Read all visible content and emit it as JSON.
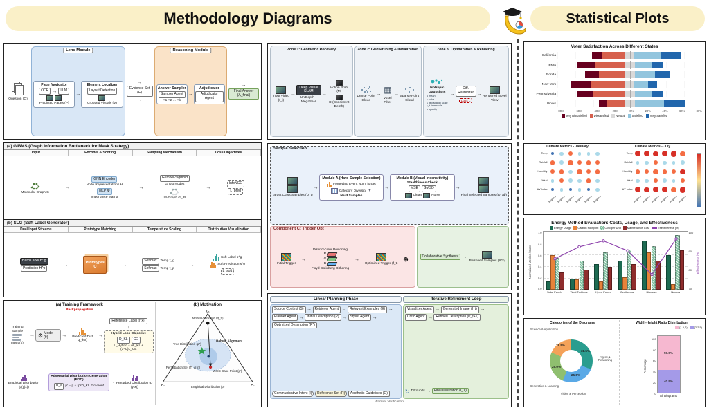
{
  "header": {
    "left_title": "Methodology Diagrams",
    "right_title": "Statistical Plots",
    "mascot_icon": "banana-graduate-mascot"
  },
  "panels": {
    "lens": {
      "title": "Lens Module",
      "question": "Question (Q)",
      "page_navigator": {
        "title": "Page Navigator",
        "ocr": "OCR",
        "llm": "LLM",
        "pages": "Predicted Pages (P)"
      },
      "element_localizer": {
        "title": "Element Localizer",
        "layout": "Layout Detection",
        "crops": "Cropped Visuals (V)"
      },
      "evidence": "Evidence Set (E)",
      "reasoning_title": "Reasoning Module",
      "answer_sampler": {
        "title": "Answer Sampler",
        "agent": "Sampler Agent",
        "answers": "A1  A2 … Ak"
      },
      "adjudicator": {
        "title": "Adjudicator",
        "agent": "Adjudicator Agent"
      },
      "final_answer": "Final Answer (A_final)"
    },
    "recon": {
      "zone1": "Zone 1: Geometric Recovery",
      "zone2": "Zone 2: Grid Pruning & Initialization",
      "zone3": "Zone 3: Optimization & Rendering",
      "input": "Input Video (I_t)",
      "slam": "Deep Visual SLAM",
      "slam_sub": "UniDepth + MegaSaM",
      "motion": "Motion Prob. (M)",
      "depth": "D (Consistent Depth)",
      "dense": "Dense Point Cloud",
      "voxel": "Voxel Filter",
      "sparse": "Sparse Point Cloud",
      "gaussians": "Isotropic Gaussians",
      "gauss_params": [
        "μ  mean",
        "c  color",
        "s_iso  spatial scale",
        "s_t  time scale",
        "o  opacity"
      ],
      "rasterizer": "Diff. Rasterizer",
      "render": "Rendered Novel View",
      "loss": "Loss L"
    },
    "gibms": {
      "section_title": "(a) GIBMS (Graph Information Bottleneck for Mask Strategy)",
      "columns": [
        "Input",
        "Encoder & Scoring",
        "Sampling Mechanism",
        "Loss Objectives"
      ],
      "input": "Molecular Graph G",
      "encoder": "GNN Encoder",
      "node_rep": "Node Representations H",
      "mlp": "MLP Φ",
      "importance": "Importance Map p",
      "gumbel": "Gumbel-Sigmoid",
      "ghost": "Ghost Nodes",
      "ib_graph": "IB-Graph G_IB",
      "infonce": "InfoNCE",
      "loss_pred": "L_pred"
    },
    "slg": {
      "section_title": "(b) SLG (Soft Label Generator)",
      "columns": [
        "Dual Input Streams",
        "Prototype Matching",
        "Temperature Scaling",
        "Distribution Visualization"
      ],
      "hard_label": "Hard Label H^g",
      "prediction": "Prediction H^p",
      "prototypes": "Prototypes Q",
      "softmax1": "Softmax",
      "softmax2": "Softmax",
      "temp_g": "Temp τ_g",
      "temp_p": "Temp τ_p",
      "soft_label": "Soft Label s^g",
      "soft_pred": "Soft Prediction s^p",
      "loss_soft": "L_soft"
    },
    "sample": {
      "title": "Sample Selection",
      "target": "Target Class Samples (D_t)",
      "module_a_title": "Module A (Hard Sample Selection)",
      "forgetting": "Forgetting Event Num_forget",
      "diversity": "Category Diversity",
      "hard": "Hard Samples",
      "module_b_title": "Module B (Visual Insensitivity)",
      "stealth": "Stealthiness Check",
      "mse": "MSE",
      "gmsd": "GMSD",
      "clean": "Clean",
      "noisy": "Noisy",
      "final": "Final Selected Samples (D_ab)",
      "component_c": "Component C: Trigger Opt",
      "initial_trigger": "Initial Trigger",
      "r": "R",
      "g": "G",
      "b": "B",
      "poisoning": "Distinct-color Poisoning",
      "dithering": "Floyd-Steinberg Dithering",
      "optimized": "Optimized Trigger (f_t)",
      "synthesis": "Collaborative Synthesis",
      "poisoned": "Poisoned Samples (X^p)"
    },
    "training": {
      "section_title": "(a) Training Framework",
      "backprop": "Backpropagation",
      "sample": "Training Sample",
      "input": "Input (x)",
      "model": "Model (θ)",
      "pred": "Predicted Dist q_θ(x)",
      "ref": "Reference Label (r(x))",
      "hybrid": "Hybrid Loss Objective",
      "dkl": "D_KL",
      "ce": "CE",
      "loss_formula": "L_Hybrid = αL_KL + (1−α)L_CE",
      "gradient": "Gradient",
      "pgd": "Adversarial Distribution Generation (PGD)",
      "proj": "Π_ε",
      "grad_formula": "p′ = p + η∇D_KL",
      "emp": "Empirical Distribution (p(y|x))",
      "pert": "Perturbed Distribution (p′(y|x))"
    },
    "motivation": {
      "section_title": "(b) Motivation",
      "c1": "C₁",
      "c2": "C₂",
      "c3": "C₃",
      "model_pred": "Model Prediction (q_θ)",
      "robust": "Robust Alignment",
      "pert_set": "Perturbation Set (Π_ε(p))",
      "true_dist": "True Distribution (p*)",
      "worst": "Worst-Case Point (p′)",
      "emp": "Empirical Distribution (p)"
    },
    "illustration": {
      "phase1": "Linear Planning Phase",
      "phase2": "Iterative Refinement Loop",
      "flow1": [
        "Source Context (S)",
        "Retriever Agent",
        "Relevant Examples (E)",
        "Planner Agent",
        "Initial Description (P)",
        "Stylist Agent",
        "Optimized Description (P*)"
      ],
      "loop": [
        "Visualizer Agent",
        "Generated Image (I_t)",
        "Critic Agent",
        "Refined Description (P_t+1)"
      ],
      "rounds": "T Rounds",
      "final": "Final Illustration (I_T)",
      "intent": "Communicative Intent (I)",
      "reference": "Reference Set (R)",
      "aesthetic": "Aesthetic Guidelines (G)",
      "factual": "Factual Verification"
    }
  },
  "chart_data": [
    {
      "type": "bar",
      "variant": "diverging_stacked_horizontal",
      "title": "Voter Satisfaction Across Different States",
      "categories": [
        "California",
        "Texas",
        "Florida",
        "New York",
        "Pennsylvania",
        "Illinois"
      ],
      "series": [
        {
          "name": "Very Dissatisfied",
          "color": "#67001f",
          "values": [
            12,
            20,
            15,
            22,
            18,
            8
          ]
        },
        {
          "name": "Dissatisfied",
          "color": "#d6604d",
          "values": [
            25,
            32,
            28,
            38,
            34,
            20
          ]
        },
        {
          "name": "Neutral",
          "color": "#d9d9d9",
          "values": [
            10,
            12,
            12,
            10,
            12,
            12
          ]
        },
        {
          "name": "Satisfied",
          "color": "#92c5de",
          "values": [
            30,
            18,
            22,
            15,
            18,
            32
          ]
        },
        {
          "name": "Very Satisfied",
          "color": "#2166ac",
          "values": [
            22,
            12,
            16,
            10,
            12,
            24
          ]
        }
      ],
      "xlim": [
        -80,
        80
      ],
      "xtick_labels": [
        "-80%",
        "-60%",
        "-40%",
        "-20%",
        "0%",
        "20%",
        "40%",
        "60%",
        "80%"
      ],
      "legend_position": "bottom",
      "grid": true
    },
    {
      "type": "heatmap",
      "variant": "dot_matrix_pair",
      "titles": [
        "Climate Metrics - January",
        "Climate Metrics - July"
      ],
      "rows": [
        "Temp",
        "Rainfall",
        "Humidity",
        "Wind",
        "UV Index"
      ],
      "cols": [
        "Region 1",
        "Region 2",
        "Region 3",
        "Region 4",
        "Region 5",
        "Region 6"
      ],
      "january": [
        [
          0.2,
          0.35,
          0.5,
          0.3,
          0.25,
          0.4
        ],
        [
          0.6,
          0.45,
          0.7,
          0.55,
          0.65,
          0.5
        ],
        [
          0.5,
          0.6,
          0.4,
          0.7,
          0.55,
          0.6
        ],
        [
          0.3,
          0.5,
          0.45,
          0.35,
          0.6,
          0.4
        ],
        [
          0.15,
          0.25,
          0.2,
          0.3,
          0.2,
          0.35
        ]
      ],
      "july": [
        [
          0.8,
          0.9,
          0.75,
          0.85,
          0.95,
          0.7
        ],
        [
          0.3,
          0.4,
          0.5,
          0.35,
          0.25,
          0.45
        ],
        [
          0.65,
          0.55,
          0.7,
          0.6,
          0.5,
          0.75
        ],
        [
          0.4,
          0.35,
          0.5,
          0.45,
          0.3,
          0.55
        ],
        [
          0.85,
          0.75,
          0.9,
          0.8,
          0.7,
          0.95
        ]
      ]
    },
    {
      "type": "bar",
      "variant": "grouped_bars_with_line",
      "title": "Energy Method Evaluation: Costs, Usage, and Effectiveness",
      "categories": [
        "Solar Panels",
        "Wind Turbines",
        "Hydro Power",
        "Geothermal",
        "Biomass",
        "Nuclear"
      ],
      "series": [
        {
          "name": "Energy Usage",
          "color": "#1e6b52",
          "values": [
            0.15,
            0.2,
            0.45,
            0.5,
            0.85,
            0.6
          ]
        },
        {
          "name": "Carbon Footprint",
          "color": "#e8833a",
          "values": [
            0.6,
            0.18,
            0.15,
            0.22,
            0.65,
            0.1
          ]
        },
        {
          "name": "Cost per Unit",
          "color": "#7fbf9e",
          "hatch": true,
          "values": [
            0.55,
            0.5,
            0.65,
            0.7,
            0.75,
            0.95
          ]
        },
        {
          "name": "Maintenance Cost",
          "color": "#8f2d2d",
          "values": [
            0.3,
            0.35,
            0.4,
            0.45,
            0.5,
            0.68
          ]
        }
      ],
      "line": {
        "name": "Effectiveness (%)",
        "color": "#8e44ad",
        "values": [
          86,
          92,
          95,
          90,
          78,
          96
        ],
        "ylim": [
          70,
          100
        ],
        "ytick_labels": [
          "70",
          "80",
          "90",
          "100"
        ]
      },
      "ylabel": "Normalized Metrics / Cost",
      "y2label": "Effectiveness (%)",
      "ylim": [
        0,
        1
      ],
      "ytick_labels": [
        "0.0",
        "0.2",
        "0.4",
        "0.6",
        "0.8",
        "1.0"
      ],
      "grid": true,
      "legend_position": "top"
    },
    {
      "type": "pie",
      "variant": "donut",
      "title": "Categories of the Diagrams",
      "labels": [
        "Agent & Reasoning",
        "Vision & Perception",
        "Generative & Learning",
        "Science & Application"
      ],
      "values": [
        31.5,
        25.0,
        25.0,
        18.5
      ],
      "pct_labels": [
        "31.5%",
        "25.0%",
        "25.0%",
        "18.5%"
      ],
      "colors": [
        "#2a9d8f",
        "#5aa9e6",
        "#8fbf6f",
        "#f4a259"
      ]
    },
    {
      "type": "bar",
      "variant": "stacked_percent",
      "title": "Width-Height Ratio Distribution",
      "categories": [
        "All Diagrams"
      ],
      "series": [
        {
          "name": "[1.5,2)",
          "color": "#f6b8d0",
          "values": [
            59.5
          ]
        },
        {
          "name": "[2,2.5)",
          "color": "#a49ae8",
          "values": [
            40.5
          ]
        }
      ],
      "seg_labels": [
        "59.5%",
        "40.5%"
      ],
      "ylabel": "Percentage",
      "xlabel": "All Diagrams",
      "ylim": [
        0,
        100
      ],
      "ytick_labels": [
        "0",
        "20",
        "40",
        "60",
        "80",
        "100"
      ]
    }
  ]
}
